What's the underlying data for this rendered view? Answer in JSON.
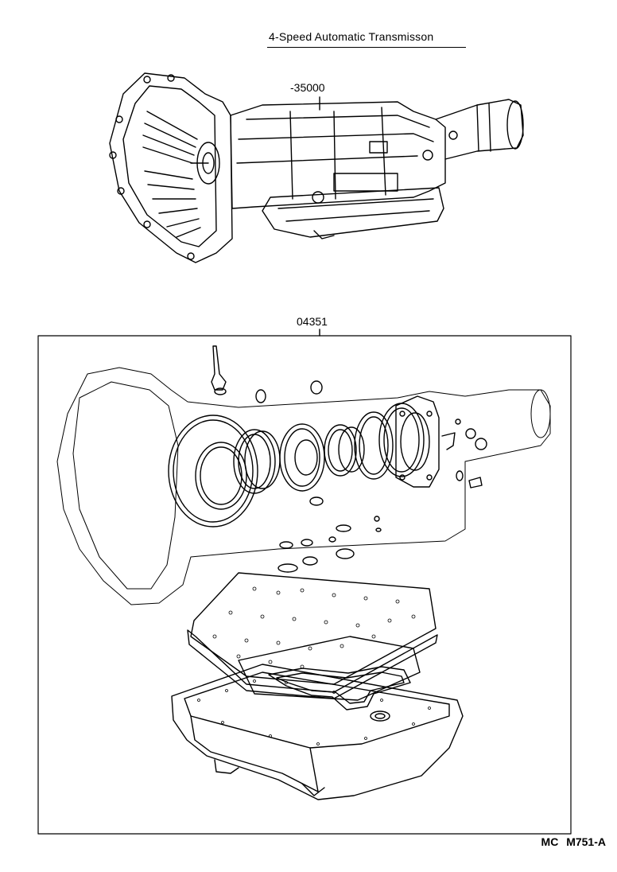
{
  "title": "4-Speed Automatic Transmisson",
  "callouts": {
    "assembly": "-35000",
    "gasket_kit": "04351"
  },
  "footer_code": "MC  M751-A"
}
